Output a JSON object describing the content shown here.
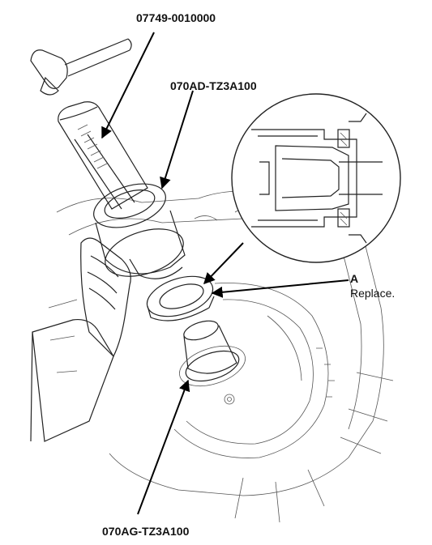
{
  "callouts": {
    "tool_handle": "07749-0010000",
    "tool_driver": "070AD-TZ3A100",
    "tool_guide": "070AG-TZ3A100",
    "part_letter": "A",
    "part_note": "Replace."
  },
  "colors": {
    "line": "#222222",
    "pointer": "#000000",
    "background": "#ffffff"
  }
}
